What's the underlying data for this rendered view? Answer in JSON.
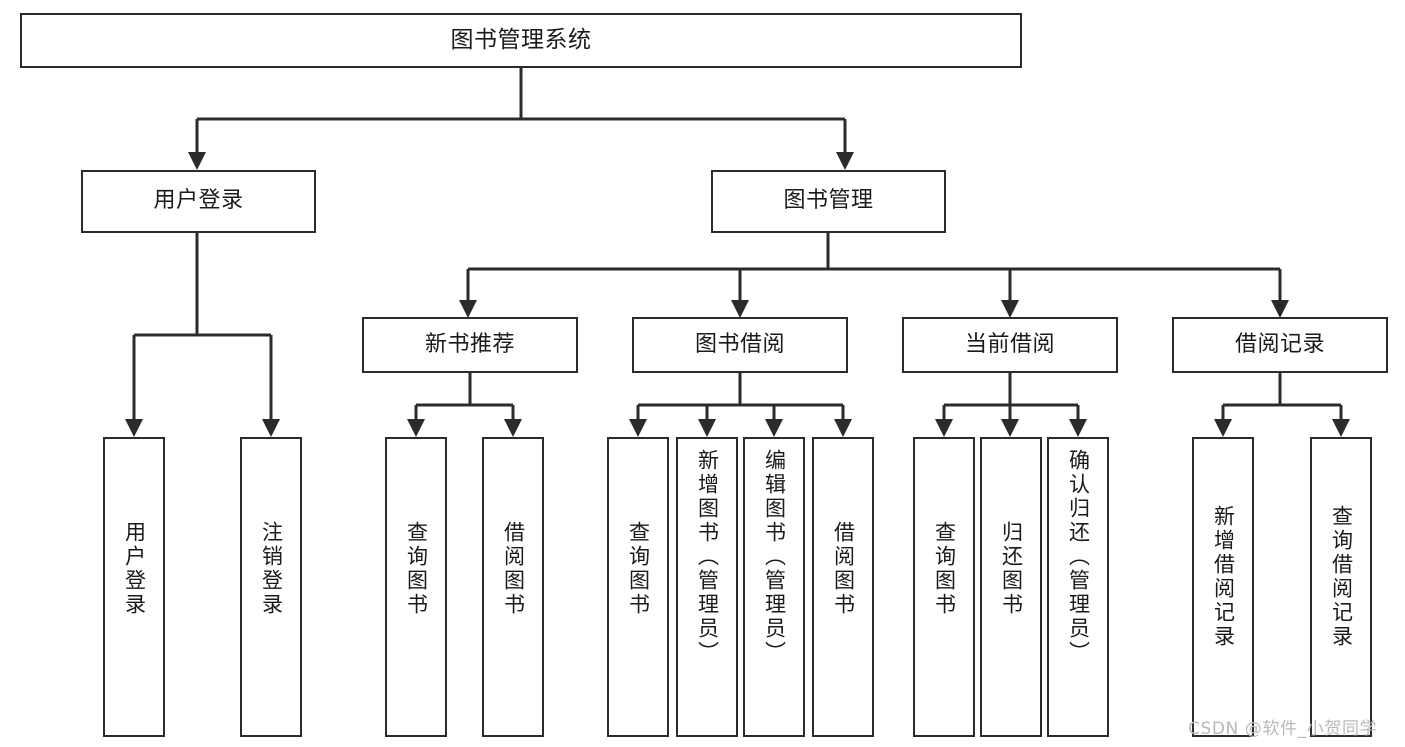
{
  "diagram": {
    "title": "图书管理系统",
    "type": "tree",
    "watermark": "CSDN @软件_小贺同学",
    "colors": {
      "box_border": "#2b2b2b",
      "box_fill": "#ffffff",
      "connector": "#2b2b2b",
      "text": "#1a1a1a",
      "watermark": "#b9b9b9",
      "background": "#ffffff"
    },
    "nodes": {
      "root": {
        "label": "图书管理系统"
      },
      "level1": [
        {
          "label": "用户登录"
        },
        {
          "label": "图书管理"
        }
      ],
      "level2": [
        {
          "label": "新书推荐"
        },
        {
          "label": "图书借阅"
        },
        {
          "label": "当前借阅"
        },
        {
          "label": "借阅记录"
        }
      ],
      "leaves": {
        "user_login": [
          {
            "label": "用户登录"
          },
          {
            "label": "注销登录"
          }
        ],
        "new_book_recommend": [
          {
            "label": "查询图书"
          },
          {
            "label": "借阅图书"
          }
        ],
        "book_borrow": [
          {
            "label": "查询图书"
          },
          {
            "label": "新增图书（管理员）"
          },
          {
            "label": "编辑图书（管理员）"
          },
          {
            "label": "借阅图书"
          }
        ],
        "current_borrow": [
          {
            "label": "查询图书"
          },
          {
            "label": "归还图书"
          },
          {
            "label": "确认归还（管理员）"
          }
        ],
        "borrow_record": [
          {
            "label": "新增借阅记录"
          },
          {
            "label": "查询借阅记录"
          }
        ]
      }
    }
  }
}
